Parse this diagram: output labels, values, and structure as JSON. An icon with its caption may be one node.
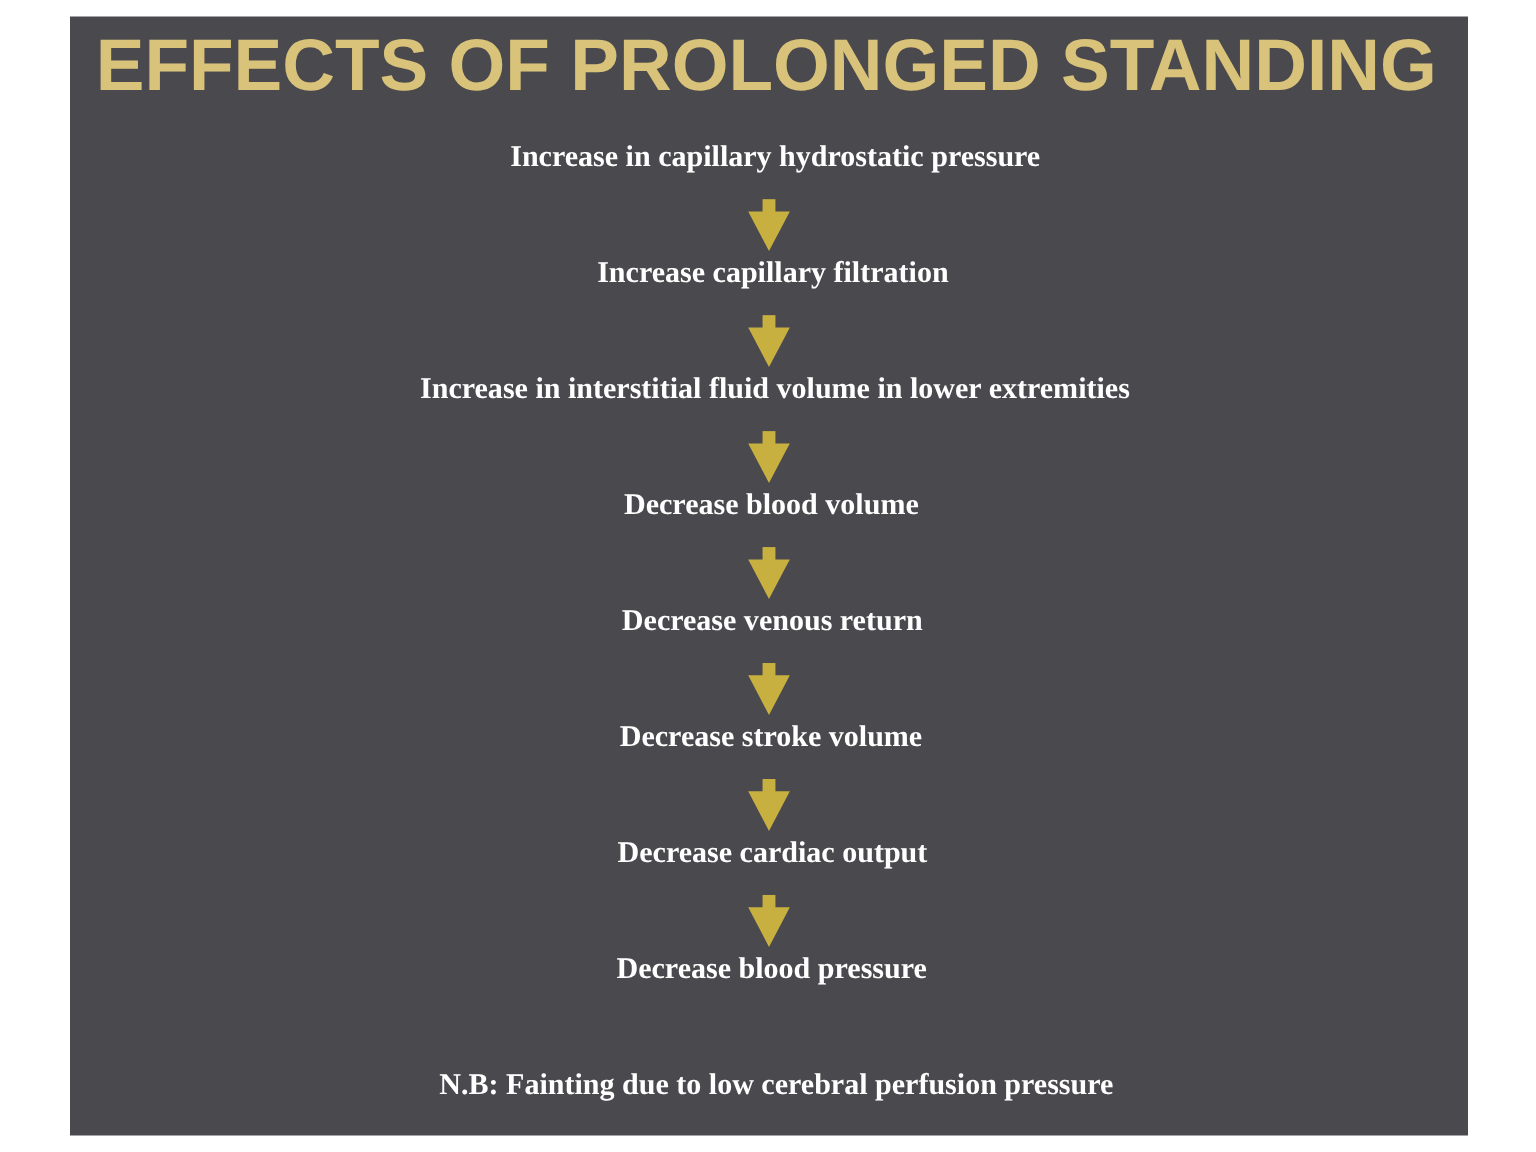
{
  "diagram": {
    "title": "EFFECTS OF PROLONGED STANDING",
    "nodes": [
      {
        "text": [
          "Increase in capillary hydrostatic pressure"
        ]
      },
      {
        "text": [
          "Increase capillary filtration"
        ]
      },
      {
        "text": [
          "Increase in interstitial fluid volume in lower extremities"
        ]
      },
      {
        "text": [
          "Decrease blood volume"
        ]
      },
      {
        "text": [
          "Decrease venous return"
        ]
      },
      {
        "text": [
          "Decrease stroke volume"
        ]
      },
      {
        "text": [
          "Decrease cardiac output"
        ]
      },
      {
        "text": [
          "Decrease blood pressure"
        ]
      }
    ],
    "edges": [
      {
        "from": 0,
        "to": 1,
        "arrow": "to"
      },
      {
        "from": 1,
        "to": 2,
        "arrow": "to"
      },
      {
        "from": 2,
        "to": 3,
        "arrow": "to"
      },
      {
        "from": 3,
        "to": 4,
        "arrow": "to"
      },
      {
        "from": 4,
        "to": 5,
        "arrow": "to"
      },
      {
        "from": 5,
        "to": 6,
        "arrow": "to"
      },
      {
        "from": 6,
        "to": 7,
        "arrow": "to"
      }
    ],
    "labels": [
      "N.B: Fainting due to low cerebral perfusion pressure"
    ]
  }
}
